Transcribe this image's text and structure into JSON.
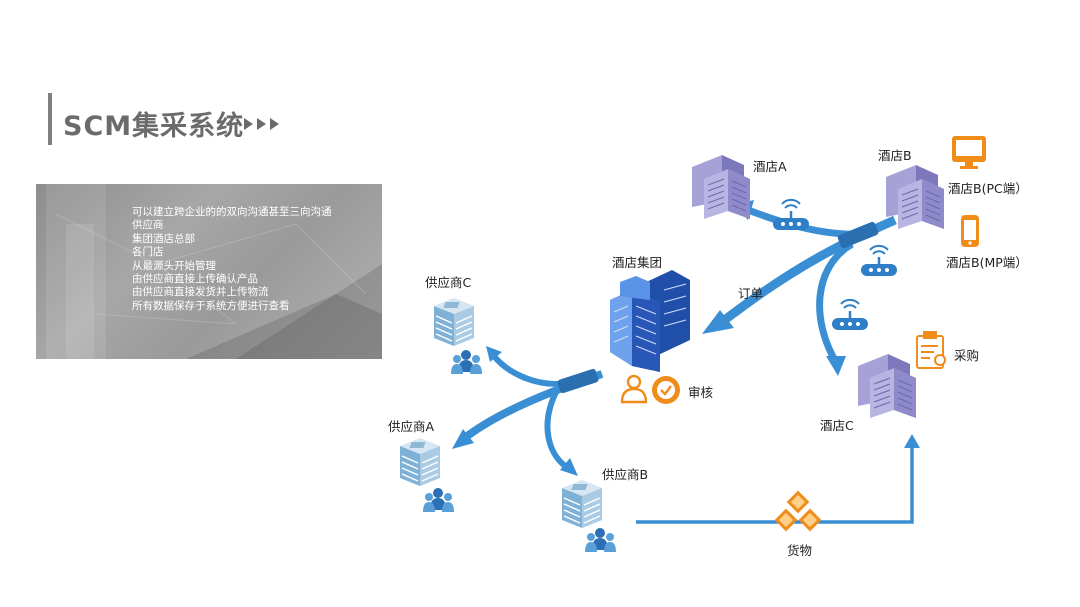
{
  "title": "SCM集采系统",
  "colors": {
    "flow_blue": "#3a8fd4",
    "building_blue": "#2b63c4",
    "accent_orange": "#f08c1a",
    "hotel_purple": "#8d88c8"
  },
  "description_lines": [
    "可以建立跨企业的的双向沟通甚至三向沟通",
    "供应商",
    "集团酒店总部",
    "各门店",
    "从最源头开始管理",
    "由供应商直接上传确认产品",
    "由供应商直接发货并上传物流",
    "所有数据保存于系统方便进行查看"
  ],
  "nodes": {
    "hotel_group": "酒店集团",
    "review": "审核",
    "order": "订单",
    "hotel_a": "酒店A",
    "hotel_b": "酒店B",
    "hotel_b_pc": "酒店B(PC端）",
    "hotel_b_mp": "酒店B(MP端）",
    "hotel_c": "酒店C",
    "purchase": "采购",
    "supplier_a": "供应商A",
    "supplier_b": "供应商B",
    "supplier_c": "供应商C",
    "goods": "货物"
  },
  "icons": [
    "hotel-building-icon",
    "wifi-router-icon",
    "office-tower-icon",
    "people-icon",
    "approval-badge-icon",
    "monitor-icon",
    "phone-icon",
    "clipboard-icon",
    "boxes-icon",
    "server-building-icon"
  ]
}
